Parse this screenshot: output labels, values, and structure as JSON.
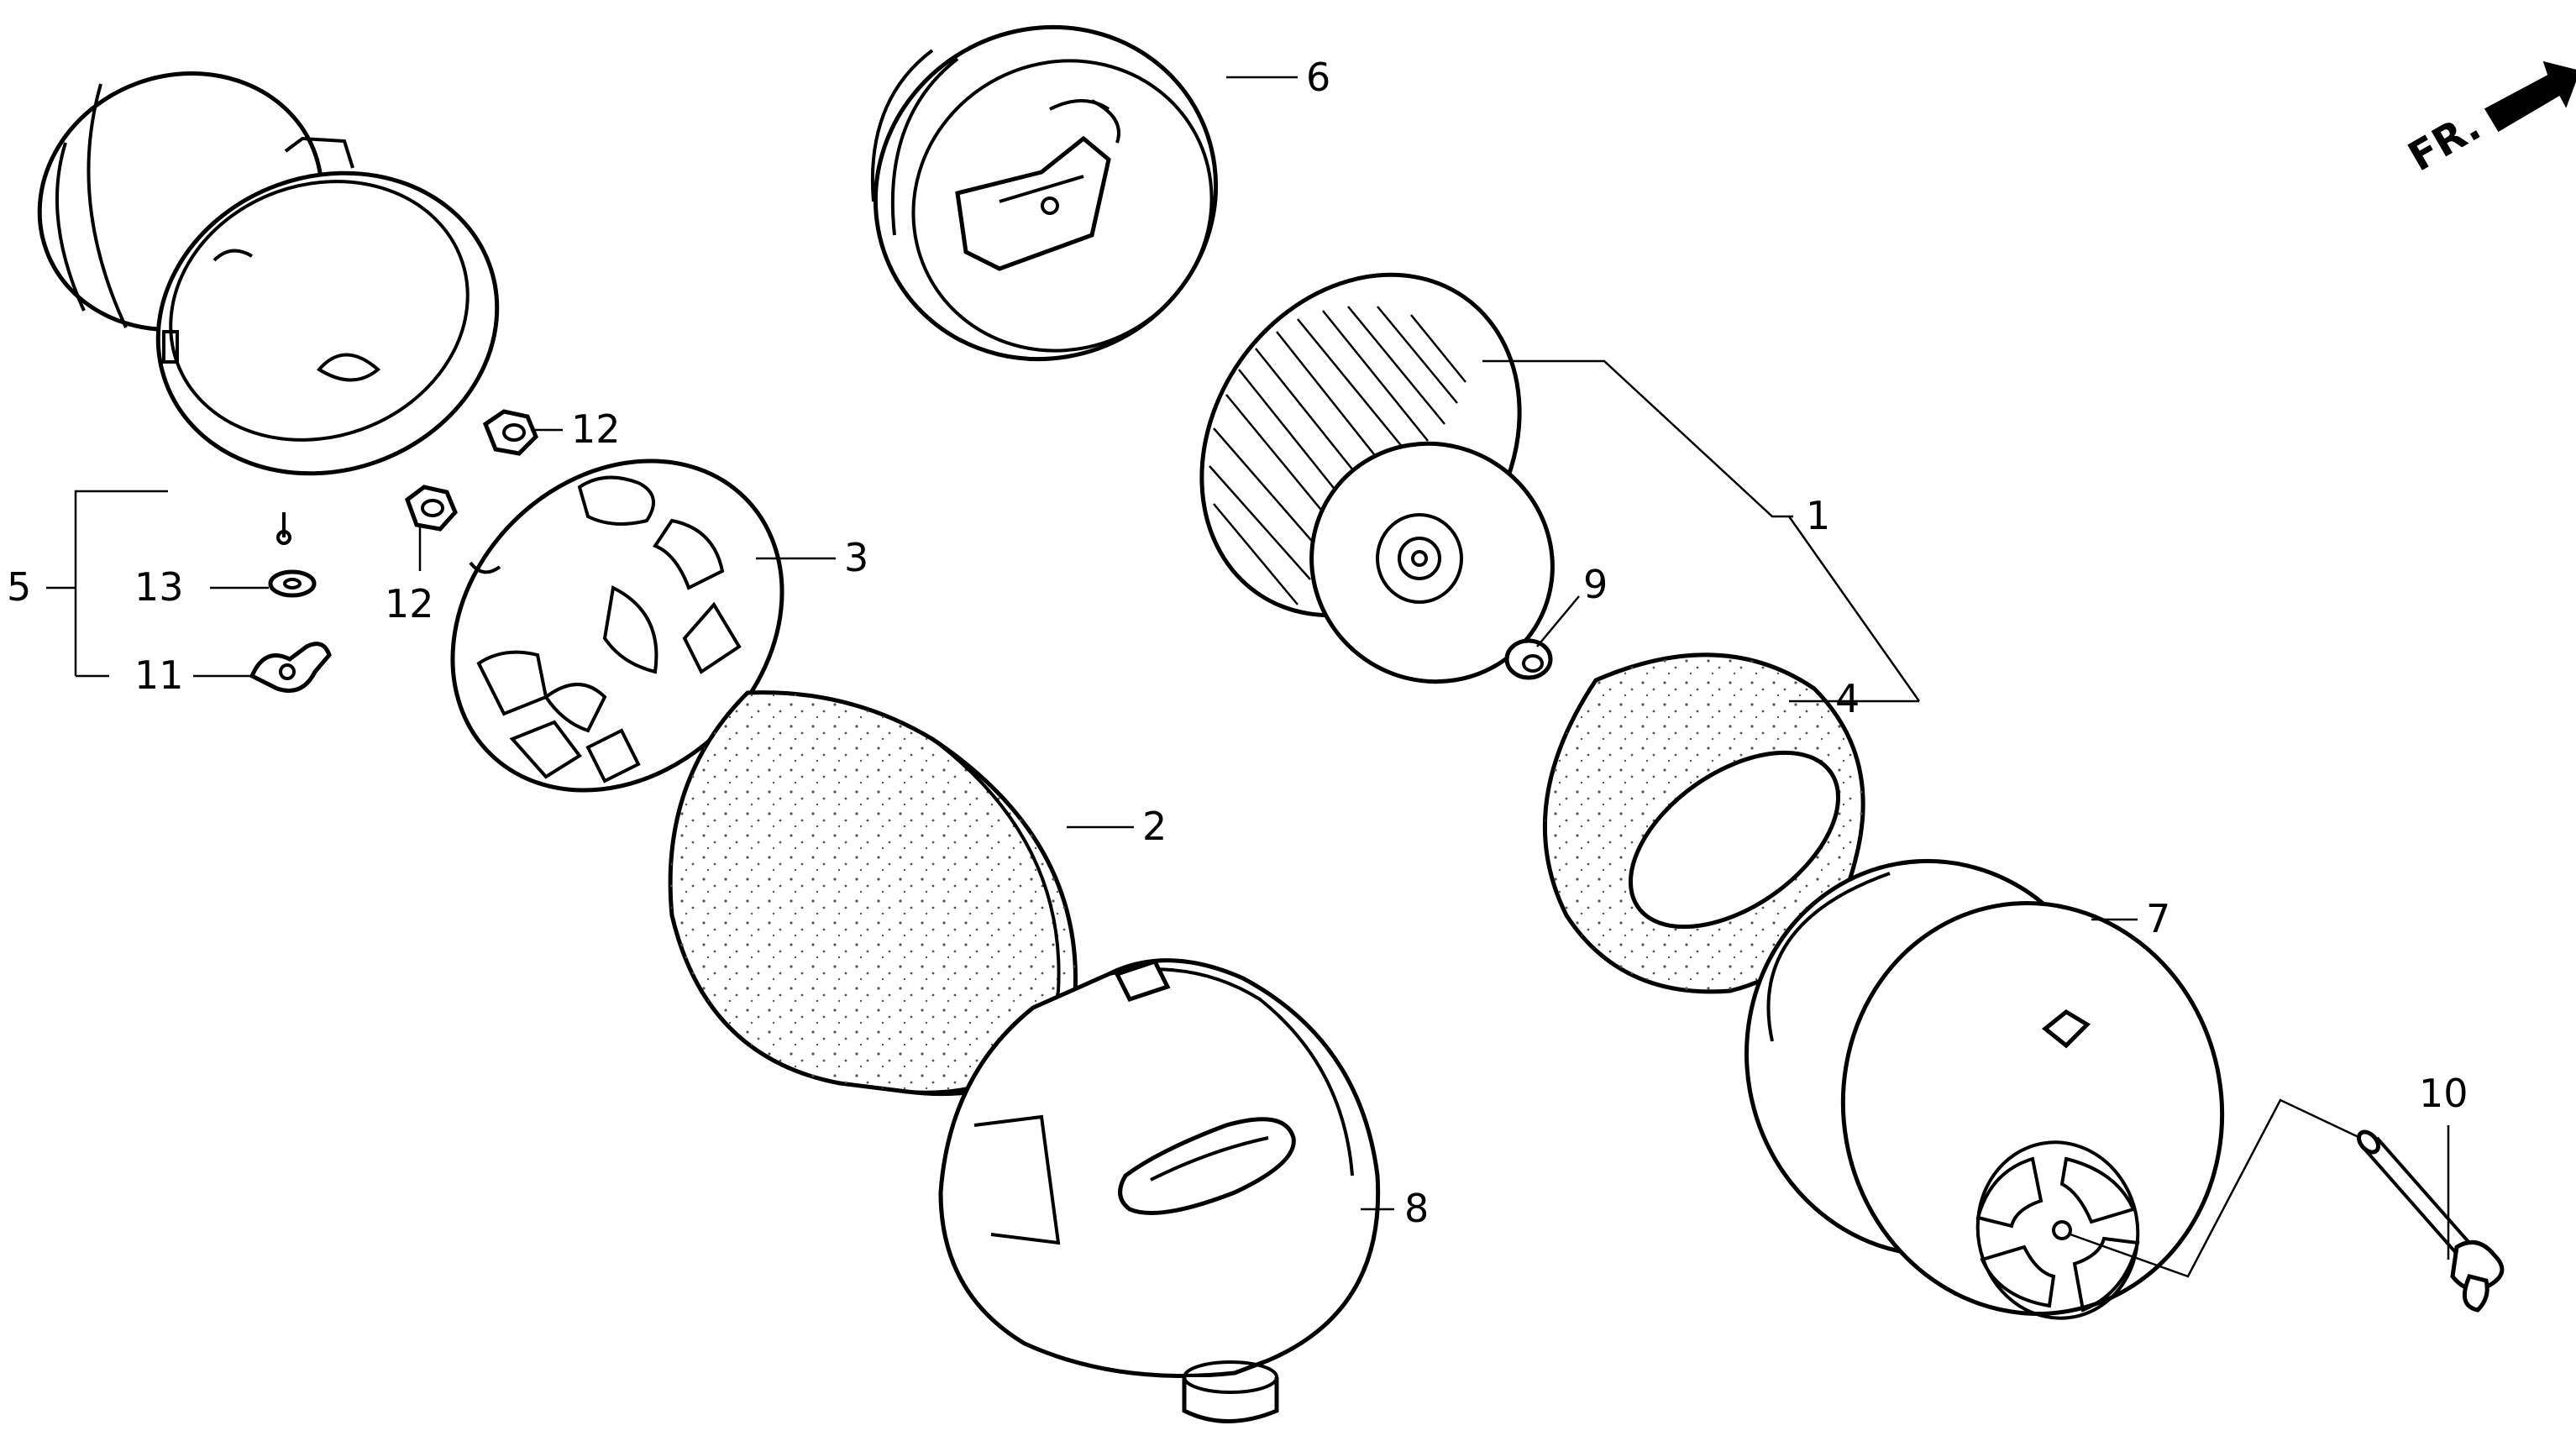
{
  "labels": {
    "p1": "1",
    "p2": "2",
    "p3": "3",
    "p4": "4",
    "p5": "5",
    "p6": "6",
    "p7": "7",
    "p8": "8",
    "p9": "9",
    "p10": "10",
    "p11": "11",
    "p12a": "12",
    "p12b": "12",
    "p13": "13"
  },
  "direction": {
    "text": "FR.",
    "icon": "arrow-right-icon"
  },
  "colors": {
    "line": "#000000",
    "background": "#ffffff",
    "foam_dot": "#555555"
  }
}
